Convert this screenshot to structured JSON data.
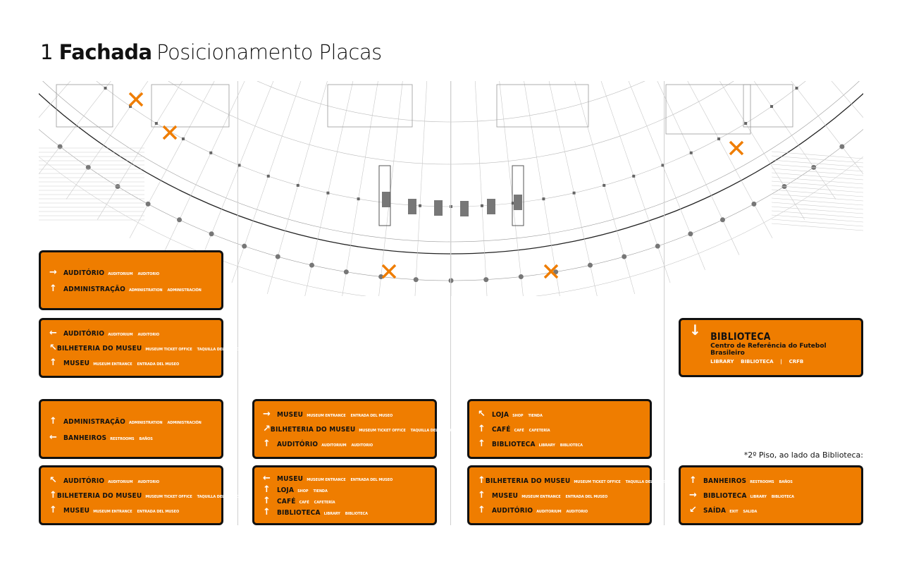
{
  "header": {
    "number": "1",
    "section": "Fachada",
    "subtitle": "Posicionamento Placas"
  },
  "colors": {
    "sign": "#ef7d00",
    "marker": "#ef7d00",
    "border": "#111111"
  },
  "arrows": {
    "up": "↑",
    "down": "↓",
    "left": "←",
    "right": "→",
    "up-left": "↖",
    "up-right": "↗",
    "down-left": "↙"
  },
  "signs": [
    {
      "rows": [
        {
          "dir": "right",
          "label": "AUDITÓRIO",
          "en": "AUDITORIUM",
          "es": "AUDITORIO"
        },
        {
          "dir": "up",
          "label": "ADMINISTRAÇÃO",
          "en": "ADMINISTRATION",
          "es": "ADMINISTRACIÓN"
        }
      ]
    },
    {
      "rows": [
        {
          "dir": "left",
          "label": "AUDITÓRIO",
          "en": "AUDITORIUM",
          "es": "AUDITORIO"
        },
        {
          "dir": "up-left",
          "label": "BILHETERIA DO MUSEU",
          "en": "MUSEUM TICKET OFFICE",
          "es": "TAQUILLA DEL MUSEO"
        },
        {
          "dir": "up",
          "label": "MUSEU",
          "en": "MUSEUM ENTRANCE",
          "es": "ENTRADA DEL MUSEO"
        }
      ]
    },
    {
      "rows": [
        {
          "dir": "up",
          "label": "ADMINISTRAÇÃO",
          "en": "ADMINISTRATION",
          "es": "ADMINISTRACIÓN"
        },
        {
          "dir": "left",
          "label": "BANHEIROS",
          "en": "RESTROOMS",
          "es": "BAÑOS"
        }
      ]
    },
    {
      "rows": [
        {
          "dir": "up-left",
          "label": "AUDITÓRIO",
          "en": "AUDITORIUM",
          "es": "AUDITORIO"
        },
        {
          "dir": "up",
          "label": "BILHETERIA DO MUSEU",
          "en": "MUSEUM TICKET OFFICE",
          "es": "TAQUILLA DEL MUSEO"
        },
        {
          "dir": "up",
          "label": "MUSEU",
          "en": "MUSEUM ENTRANCE",
          "es": "ENTRADA DEL MUSEO"
        }
      ]
    },
    {
      "rows": [
        {
          "dir": "right",
          "label": "MUSEU",
          "en": "MUSEUM ENTRANCE",
          "es": "ENTRADA DEL MUSEO"
        },
        {
          "dir": "up-right",
          "label": "BILHETERIA DO MUSEU",
          "en": "MUSEUM TICKET OFFICE",
          "es": "TAQUILLA DEL MUSEO"
        },
        {
          "dir": "up",
          "label": "AUDITÓRIO",
          "en": "AUDITORIUM",
          "es": "AUDITORIO"
        }
      ]
    },
    {
      "rows": [
        {
          "dir": "left",
          "label": "MUSEU",
          "en": "MUSEUM ENTRANCE",
          "es": "ENTRADA DEL MUSEO"
        },
        {
          "dir": "up",
          "label": "LOJA",
          "en": "SHOP",
          "es": "TIENDA"
        },
        {
          "dir": "up",
          "label": "CAFÉ",
          "en": "CAFÉ",
          "es": "CAFETERÍA"
        },
        {
          "dir": "up",
          "label": "BIBLIOTECA",
          "en": "LIBRARY",
          "es": "BIBLIOTECA"
        }
      ]
    },
    {
      "rows": [
        {
          "dir": "up-left",
          "label": "LOJA",
          "en": "SHOP",
          "es": "TIENDA"
        },
        {
          "dir": "up",
          "label": "CAFÉ",
          "en": "CAFÉ",
          "es": "CAFETERÍA"
        },
        {
          "dir": "up",
          "label": "BIBLIOTECA",
          "en": "LIBRARY",
          "es": "BIBLIOTECA"
        }
      ]
    },
    {
      "rows": [
        {
          "dir": "up",
          "label": "BILHETERIA DO MUSEU",
          "en": "MUSEUM TICKET OFFICE",
          "es": "TAQUILLA DEL MUSEO"
        },
        {
          "dir": "up",
          "label": "MUSEU",
          "en": "MUSEUM ENTRANCE",
          "es": "ENTRADA DEL MUSEO"
        },
        {
          "dir": "up",
          "label": "AUDITÓRIO",
          "en": "AUDITORIUM",
          "es": "AUDITORIO"
        }
      ]
    },
    {
      "rows": [
        {
          "dir": "up",
          "label": "BANHEIROS",
          "en": "RESTROOMS",
          "es": "BAÑOS"
        },
        {
          "dir": "right",
          "label": "BIBLIOTECA",
          "en": "LIBRARY",
          "es": "BIBLIOTECA"
        },
        {
          "dir": "down-left",
          "label": "SAÍDA",
          "en": "EXIT",
          "es": "SALIDA"
        }
      ]
    }
  ],
  "library_sign": {
    "dir": "down",
    "label": "BIBLIOTECA",
    "subtitle": "Centro de Referência do Futebol Brasileiro",
    "translations": "LIBRARY    BIBLIOTECA    |    CRFB"
  },
  "note": "*2º Piso, ao lado da Biblioteca:"
}
